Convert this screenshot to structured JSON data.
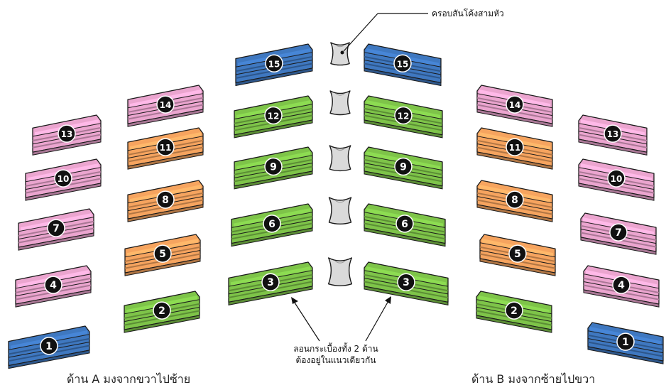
{
  "labels": {
    "ridge_cap": "ครอบสันโค้งสามหัว",
    "align_note_line1": "ลอนกระเบื้องทั้ง 2 ด้าน",
    "align_note_line2": "ต้องอยู่ในแนวเดียวกัน",
    "side_a": "ด้าน A มงจากขวาไปซ้าย",
    "side_b": "ด้าน B มงจากซ้ายไปขวา"
  },
  "colors": {
    "blue": "#3f78c0",
    "green": "#7ec449",
    "orange": "#f6a45f",
    "pink": "#eba5cf",
    "cap": "#dadada",
    "outline": "#1a1a1a"
  },
  "tiles": [
    {
      "num": "1",
      "color": "blue"
    },
    {
      "num": "2",
      "color": "green"
    },
    {
      "num": "3",
      "color": "green"
    },
    {
      "num": "4",
      "color": "pink"
    },
    {
      "num": "5",
      "color": "orange"
    },
    {
      "num": "6",
      "color": "green"
    },
    {
      "num": "7",
      "color": "pink"
    },
    {
      "num": "8",
      "color": "orange"
    },
    {
      "num": "9",
      "color": "green"
    },
    {
      "num": "10",
      "color": "pink"
    },
    {
      "num": "11",
      "color": "orange"
    },
    {
      "num": "12",
      "color": "green"
    },
    {
      "num": "13",
      "color": "pink"
    },
    {
      "num": "14",
      "color": "pink"
    },
    {
      "num": "15",
      "color": "blue"
    }
  ],
  "ridge_caps": 5
}
